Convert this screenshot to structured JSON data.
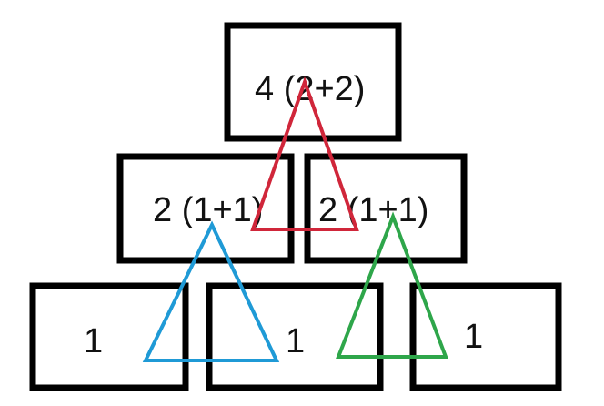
{
  "boxes": [
    {
      "label": "4 (2+2)"
    },
    {
      "label": "2 (1+1)"
    },
    {
      "label": "2 (1+1)"
    },
    {
      "label": "1"
    },
    {
      "label": "1"
    },
    {
      "label": "1"
    }
  ],
  "colors": {
    "box_border": "#000000",
    "triangle_red": "#d0263a",
    "triangle_blue": "#1f9ad6",
    "triangle_green": "#2ea64a"
  }
}
